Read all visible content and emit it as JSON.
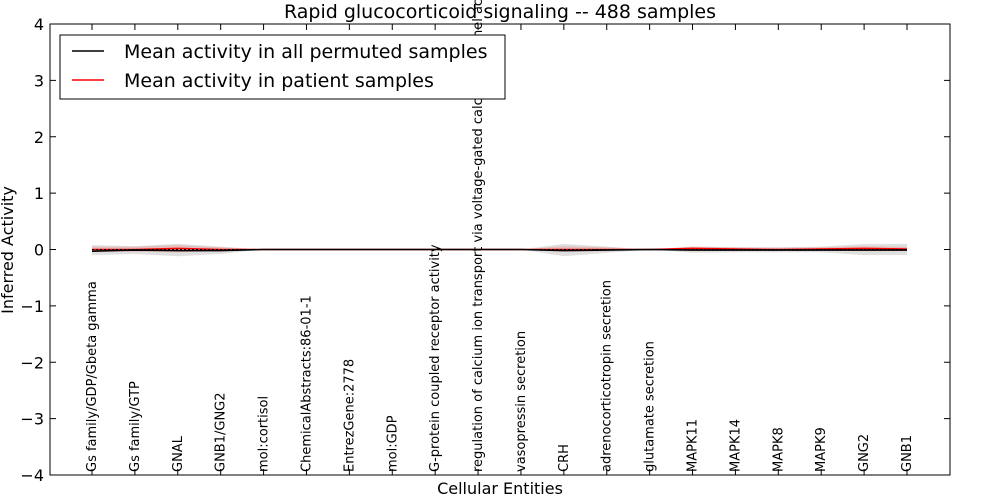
{
  "chart_data": {
    "type": "line",
    "title": "Rapid glucocorticoid signaling -- 488 samples",
    "xlabel": "Cellular Entities",
    "ylabel": "Inferred Activity",
    "ylim": [
      -4,
      4
    ],
    "yticks": [
      "−4",
      "−3",
      "−2",
      "−1",
      "0",
      "1",
      "2",
      "3",
      "4"
    ],
    "categories": [
      "Gs family/GDP/Gbeta gamma",
      "Gs family/GTP",
      "GNAL",
      "GNB1/GNG2",
      "mol:cortisol",
      "ChemicalAbstracts:86-01-1",
      "EntrezGene:2778",
      "mol:GDP",
      "G-protein coupled receptor activity",
      "regulation of calcium ion transport via voltage-gated calcium channel activity",
      "vasopressin secretion",
      "CRH",
      "adrenocorticotropin secretion",
      "glutamate secretion",
      "MAPK11",
      "MAPK14",
      "MAPK8",
      "MAPK9",
      "GNG2",
      "GNB1"
    ],
    "series": [
      {
        "name": "Mean activity in all permuted samples",
        "color": "#000000",
        "values": [
          -0.03,
          -0.01,
          -0.02,
          -0.02,
          0.0,
          0.0,
          0.0,
          0.0,
          0.0,
          0.0,
          0.0,
          -0.02,
          -0.01,
          0.0,
          -0.01,
          -0.01,
          -0.01,
          -0.01,
          -0.01,
          -0.01
        ],
        "band_low": [
          -0.1,
          -0.08,
          -0.12,
          -0.08,
          0.0,
          0.0,
          0.0,
          0.0,
          0.0,
          0.0,
          0.0,
          -0.12,
          -0.06,
          0.0,
          -0.06,
          -0.05,
          -0.05,
          -0.05,
          -0.1,
          -0.1
        ],
        "band_high": [
          0.08,
          0.06,
          0.1,
          0.05,
          0.0,
          0.0,
          0.0,
          0.0,
          0.0,
          0.0,
          0.0,
          0.1,
          0.05,
          0.0,
          0.05,
          0.04,
          0.04,
          0.05,
          0.1,
          0.1
        ]
      },
      {
        "name": "Mean activity in patient samples",
        "color": "#ff0000",
        "values": [
          0.0,
          0.0,
          0.02,
          0.0,
          0.0,
          0.0,
          0.0,
          0.0,
          0.0,
          0.0,
          0.0,
          0.0,
          0.0,
          0.0,
          0.02,
          0.01,
          0.0,
          0.01,
          0.02,
          0.01
        ],
        "band_low": [
          -0.04,
          -0.04,
          -0.05,
          -0.03,
          0.0,
          0.0,
          0.0,
          0.0,
          0.0,
          0.0,
          0.0,
          -0.04,
          -0.03,
          0.0,
          -0.02,
          -0.02,
          -0.02,
          -0.02,
          -0.03,
          -0.03
        ],
        "band_high": [
          0.05,
          0.05,
          0.08,
          0.04,
          0.0,
          0.0,
          0.0,
          0.0,
          0.0,
          0.0,
          0.0,
          0.06,
          0.04,
          0.0,
          0.05,
          0.04,
          0.03,
          0.04,
          0.06,
          0.05
        ]
      }
    ],
    "legend": "top-left",
    "grid": false
  }
}
